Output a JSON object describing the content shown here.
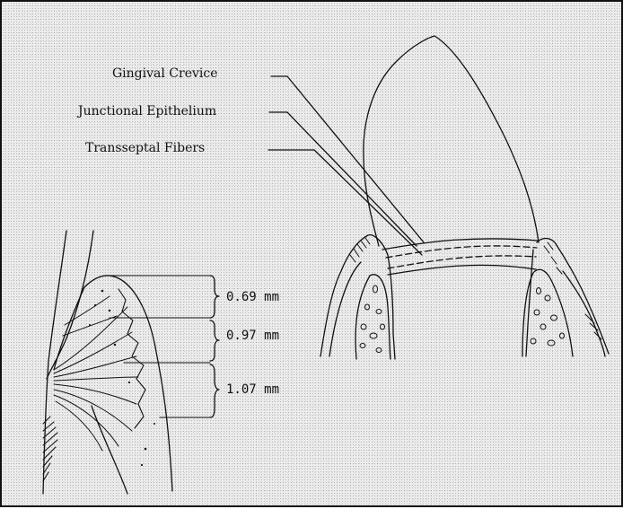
{
  "labels": {
    "gingival_crevice": "Gingival Crevice",
    "junctional_epithelium": "Junctional Epithelium",
    "transseptal_fibers": "Transseptal Fibers"
  },
  "measurements": {
    "crevice_depth": "0.69 mm",
    "epithelial_attachment": "0.97 mm",
    "connective_tissue_attachment": "1.07 mm"
  }
}
